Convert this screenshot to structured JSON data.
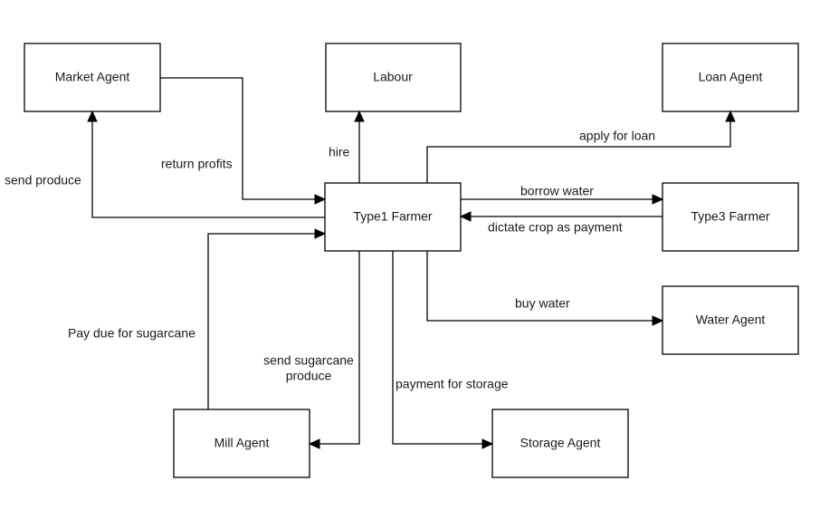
{
  "nodes": {
    "market": "Market Agent",
    "labour": "Labour",
    "loan": "Loan Agent",
    "farmer1": "Type1 Farmer",
    "farmer3": "Type3 Farmer",
    "water": "Water Agent",
    "mill": "Mill Agent",
    "storage": "Storage Agent"
  },
  "edges": {
    "send_produce": "send produce",
    "return_profits": "return profits",
    "hire": "hire",
    "apply_loan": "apply for loan",
    "borrow_water": "borrow water",
    "dictate_crop": "dictate crop as payment",
    "buy_water": "buy water",
    "pay_sugarcane": "Pay due for sugarcane",
    "send_sugarcane_line1": "send sugarcane",
    "send_sugarcane_line2": "produce",
    "payment_storage": "payment for storage"
  }
}
